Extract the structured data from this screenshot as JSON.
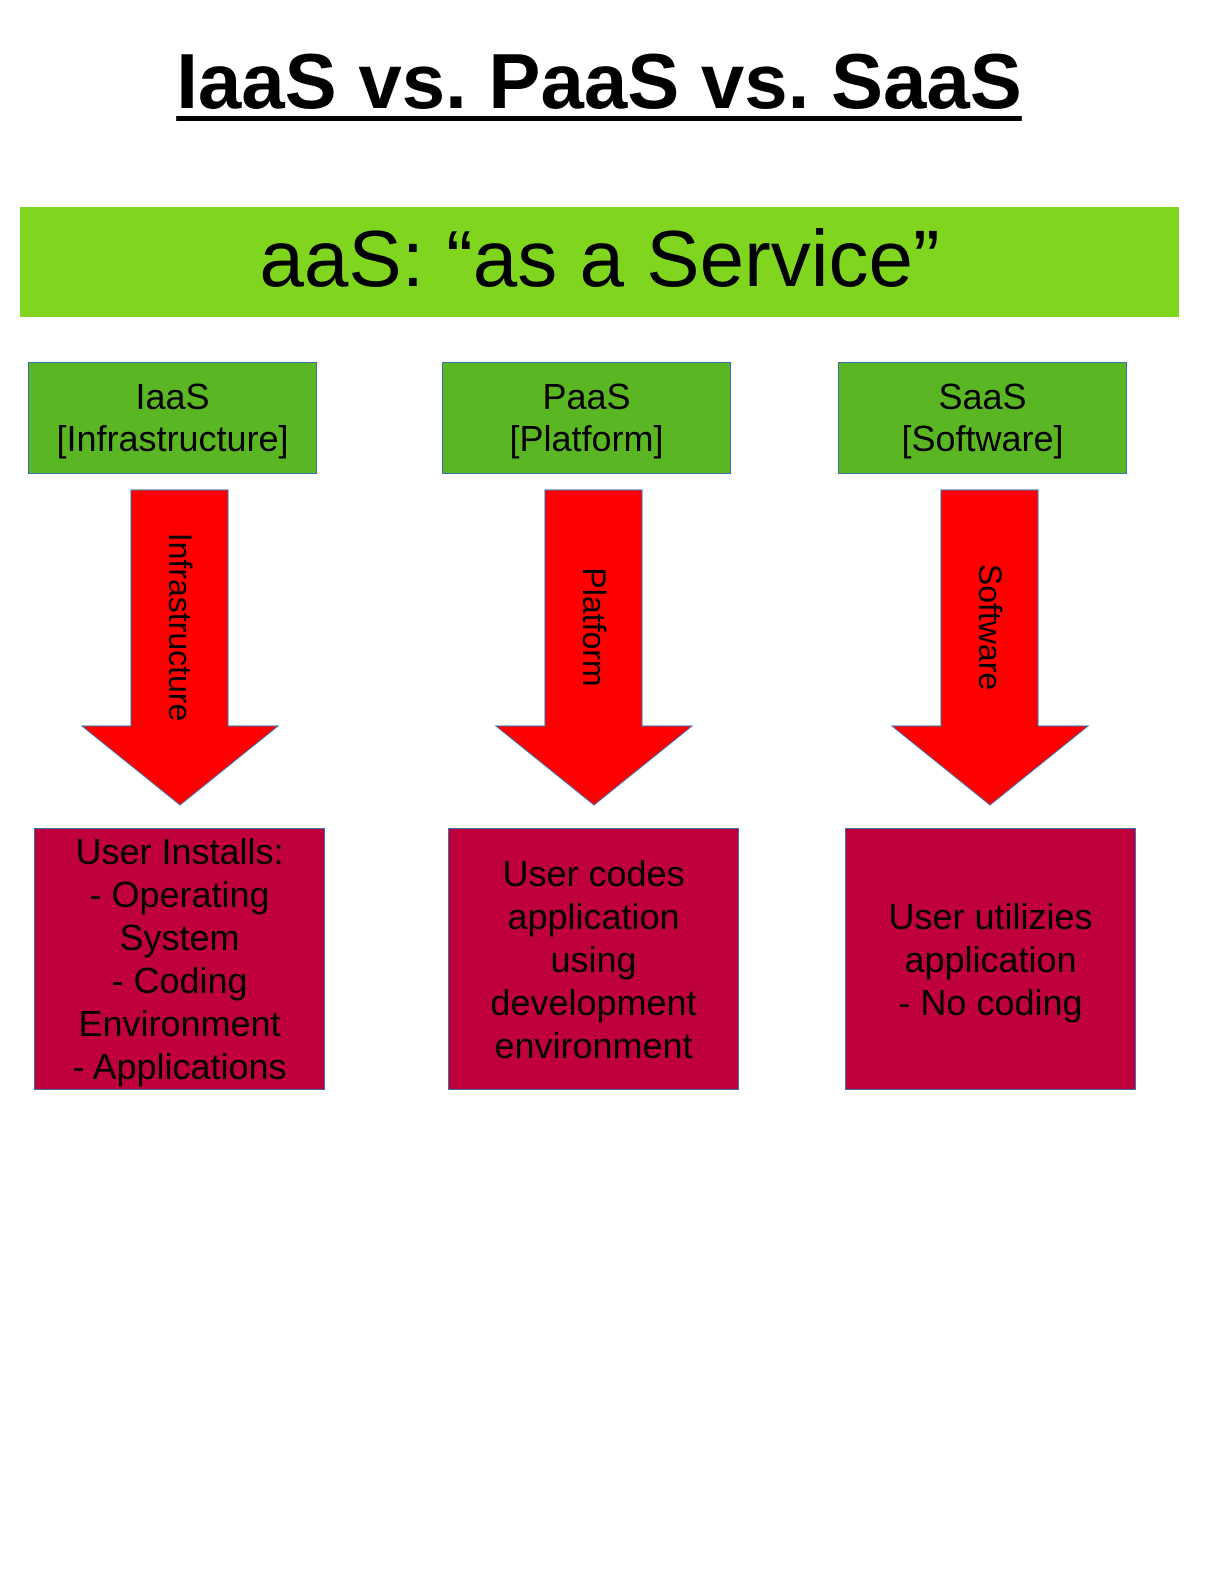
{
  "title": "IaaS vs. PaaS vs. SaaS",
  "banner": "aaS: “as a Service”",
  "columns": [
    {
      "head_line1": "IaaS",
      "head_line2": "[Infrastructure]",
      "arrow_label": "Infrastructure",
      "result_lines": [
        "User Installs:",
        "- Operating",
        "System",
        "- Coding",
        "Environment",
        "- Applications"
      ]
    },
    {
      "head_line1": "PaaS",
      "head_line2": "[Platform]",
      "arrow_label": "Platform",
      "result_lines": [
        "User codes",
        "application",
        "using",
        "development",
        "environment"
      ]
    },
    {
      "head_line1": "SaaS",
      "head_line2": "[Software]",
      "arrow_label": "Software",
      "result_lines": [
        "User utilizies",
        "application",
        "- No coding"
      ]
    }
  ],
  "colors": {
    "banner": "#80d51e",
    "column_head": "#5ab723",
    "arrow": "#ff0000",
    "result_box": "#c0003c"
  }
}
